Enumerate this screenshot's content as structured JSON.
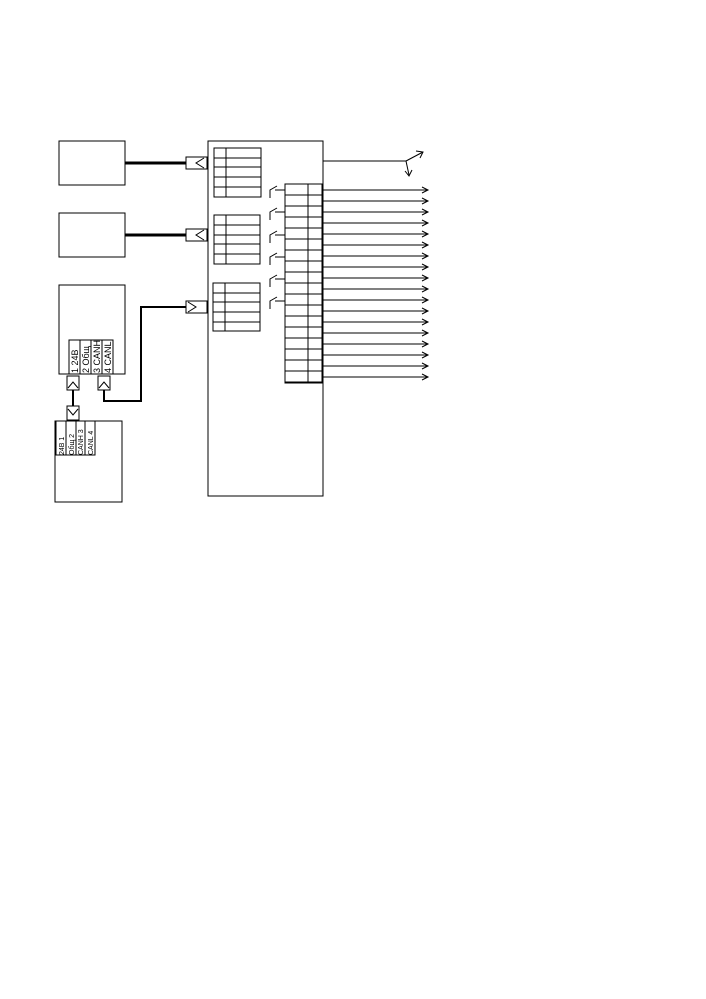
{
  "connector_top": {
    "pins": [
      {
        "num": "1",
        "label": "24В"
      },
      {
        "num": "2",
        "label": "Общ"
      },
      {
        "num": "3",
        "label": "CANH"
      },
      {
        "num": "4",
        "label": "CANL"
      }
    ]
  },
  "connector_bottom": {
    "pins": [
      {
        "num": "1",
        "label": "24В"
      },
      {
        "num": "2",
        "label": "Общ"
      },
      {
        "num": "3",
        "label": "CANH"
      },
      {
        "num": "4",
        "label": "CANL"
      }
    ]
  },
  "colors": {
    "line": "#000000",
    "background": "#ffffff"
  }
}
